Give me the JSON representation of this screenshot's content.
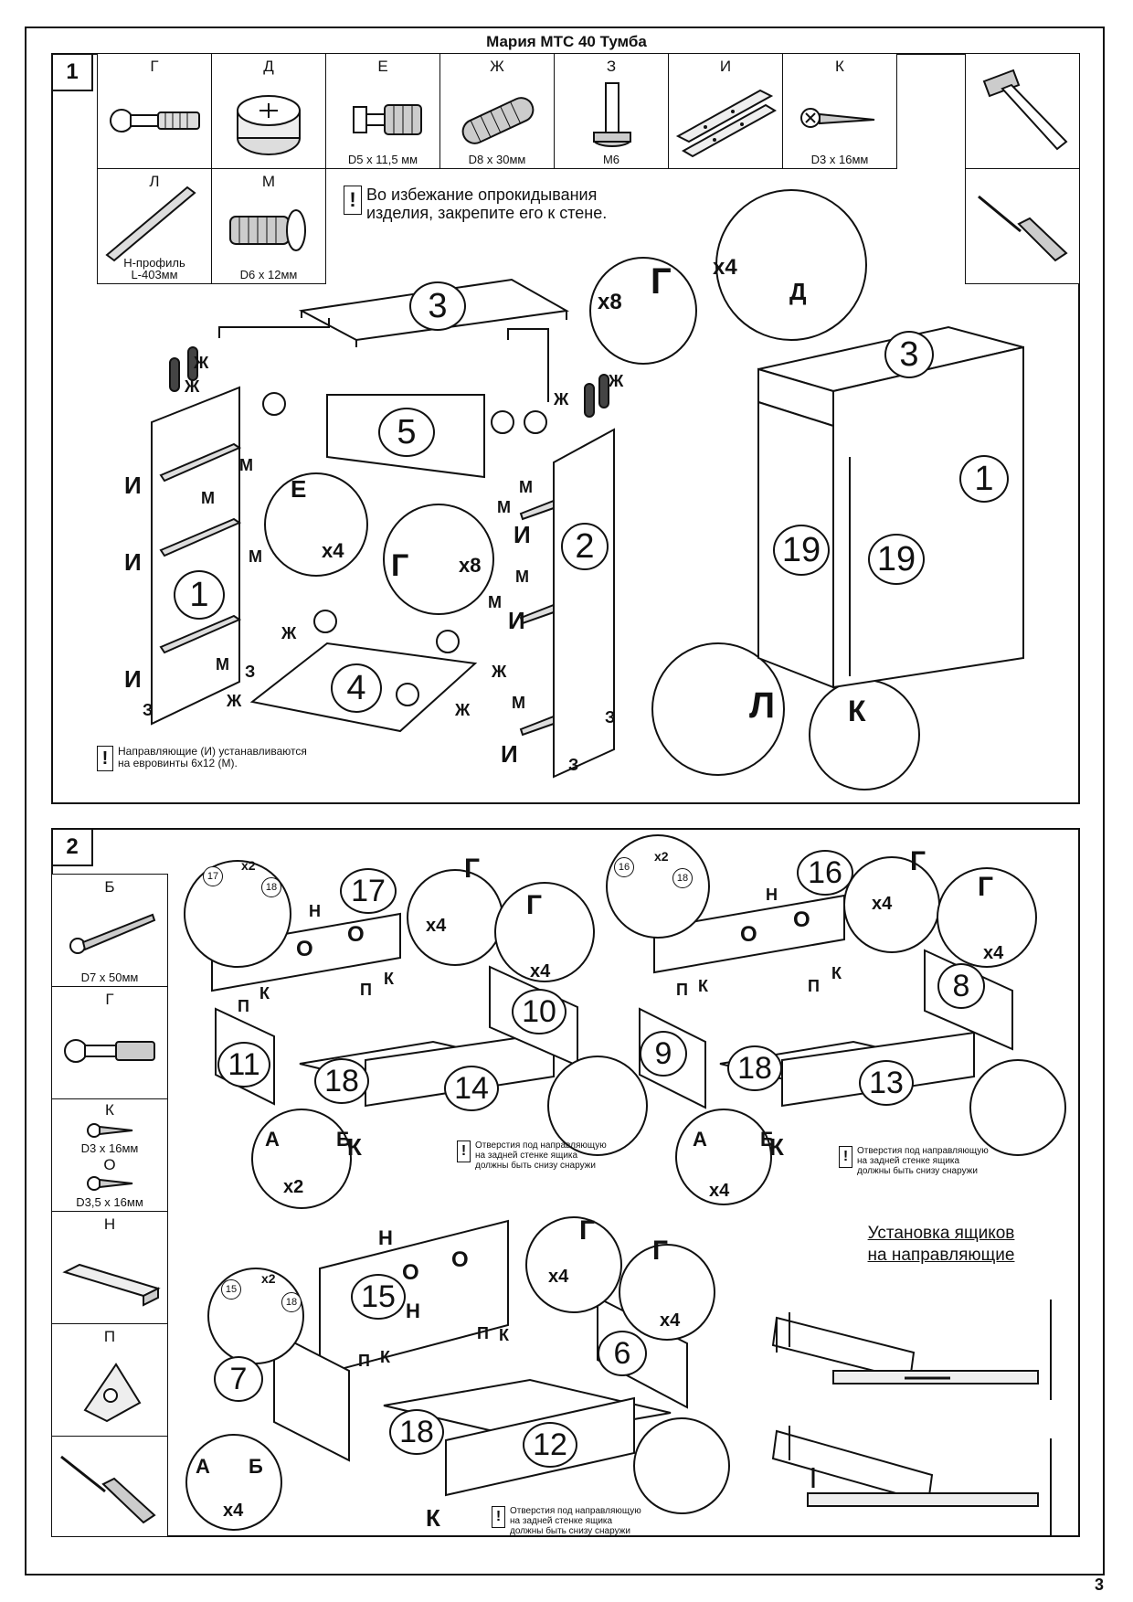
{
  "title": "Мария  МТС 40 Тумба",
  "page_number": "3",
  "step1": {
    "number": "1",
    "parts_row1": [
      {
        "letter": "Г",
        "caption": ""
      },
      {
        "letter": "Д",
        "caption": ""
      },
      {
        "letter": "Е",
        "caption": "D5 x 11,5 мм"
      },
      {
        "letter": "Ж",
        "caption": "D8 x 30мм"
      },
      {
        "letter": "З",
        "caption": "М6"
      },
      {
        "letter": "И",
        "caption": ""
      },
      {
        "letter": "К",
        "caption": "D3 x 16мм"
      }
    ],
    "parts_row2": [
      {
        "letter": "Л",
        "caption_line1": "Н-профиль",
        "caption_line2": "L-403мм"
      },
      {
        "letter": "М",
        "caption": "D6 x 12мм"
      }
    ],
    "warning_top_line1": "Во избежание опрокидывания",
    "warning_top_line2": "изделия, закрепите его к стене.",
    "warning_bottom_line1": "Направляющие (И) устанавливаются",
    "warning_bottom_line2": "на евровинты 6х12 (М).",
    "panels": [
      "3",
      "5",
      "1",
      "2",
      "4",
      "3",
      "1",
      "19",
      "19"
    ],
    "callouts": {
      "x8": "x8",
      "g": "Г",
      "x4": "x4",
      "d": "Д",
      "e": "Е",
      "l": "Л",
      "k": "К",
      "zh": "Ж",
      "i": "И",
      "m": "М",
      "z": "З"
    }
  },
  "step2": {
    "number": "2",
    "parts": [
      {
        "letter": "Б",
        "caption": "D7 x 50мм"
      },
      {
        "letter": "Г",
        "caption": ""
      },
      {
        "letter": "К",
        "caption": "D3 x 16мм",
        "letter2": "О",
        "caption2": "D3,5 x 16мм"
      },
      {
        "letter": "Н",
        "caption": ""
      },
      {
        "letter": "П",
        "caption": ""
      },
      {
        "letter": "",
        "caption": ""
      }
    ],
    "drawer1": {
      "front": "17",
      "left": "11",
      "right": "10",
      "bottom": "18",
      "back": "14"
    },
    "drawer2": {
      "front": "16",
      "left": "9",
      "right": "8",
      "bottom": "18",
      "back": "13"
    },
    "drawer3": {
      "front": "15",
      "left": "7",
      "right": "6",
      "bottom": "18",
      "back": "12"
    },
    "detail_x2": "x2",
    "detail_x4": "x4",
    "letters": {
      "n": "Н",
      "o": "О",
      "p": "П",
      "k": "К",
      "g": "Г",
      "a": "А",
      "b": "Б"
    },
    "hole_note_line1": "Отверстия под направляющую",
    "hole_note_line2": "на задней стенке ящика",
    "hole_note_line3": "должны быть снизу снаружи",
    "install_title_line1": "Установка ящиков",
    "install_title_line2": "на направляющие",
    "small_circles": [
      "17",
      "18",
      "16",
      "18",
      "15",
      "18"
    ]
  }
}
